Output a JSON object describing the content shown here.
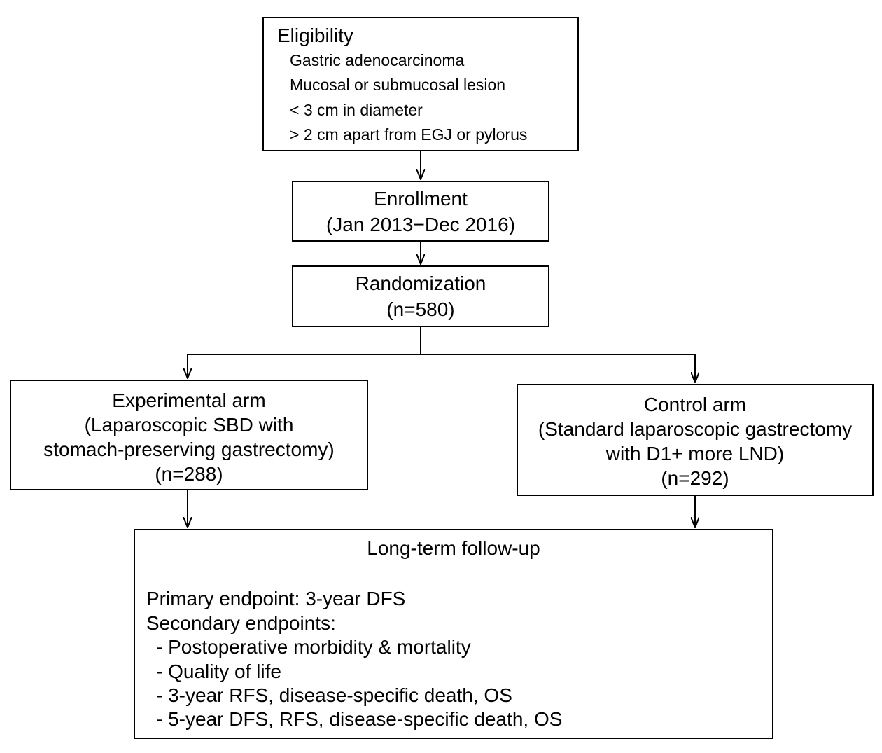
{
  "eligibility": {
    "title": "Eligibility",
    "criteria": [
      "Gastric adenocarcinoma",
      "Mucosal or submucosal lesion",
      "< 3 cm in diameter",
      "> 2 cm apart from EGJ or pylorus"
    ]
  },
  "enrollment": {
    "title": "Enrollment",
    "period": "(Jan 2013−Dec 2016)"
  },
  "randomization": {
    "title": "Randomization",
    "n": "(n=580)"
  },
  "experimental_arm": {
    "lines": [
      "Experimental arm",
      "(Laparoscopic SBD with",
      "stomach-preserving gastrectomy)",
      "(n=288)"
    ]
  },
  "control_arm": {
    "lines": [
      "Control arm",
      "(Standard laparoscopic gastrectomy",
      "with D1+ more LND)",
      "(n=292)"
    ]
  },
  "follow_up": {
    "title": "Long-term follow-up",
    "primary": "Primary endpoint: 3-year DFS",
    "secondary_title": "Secondary endpoints:",
    "secondary": [
      "- Postoperative morbidity & mortality",
      "- Quality of life",
      "- 3-year RFS, disease-specific death, OS",
      "- 5-year DFS, RFS, disease-specific death, OS"
    ]
  }
}
